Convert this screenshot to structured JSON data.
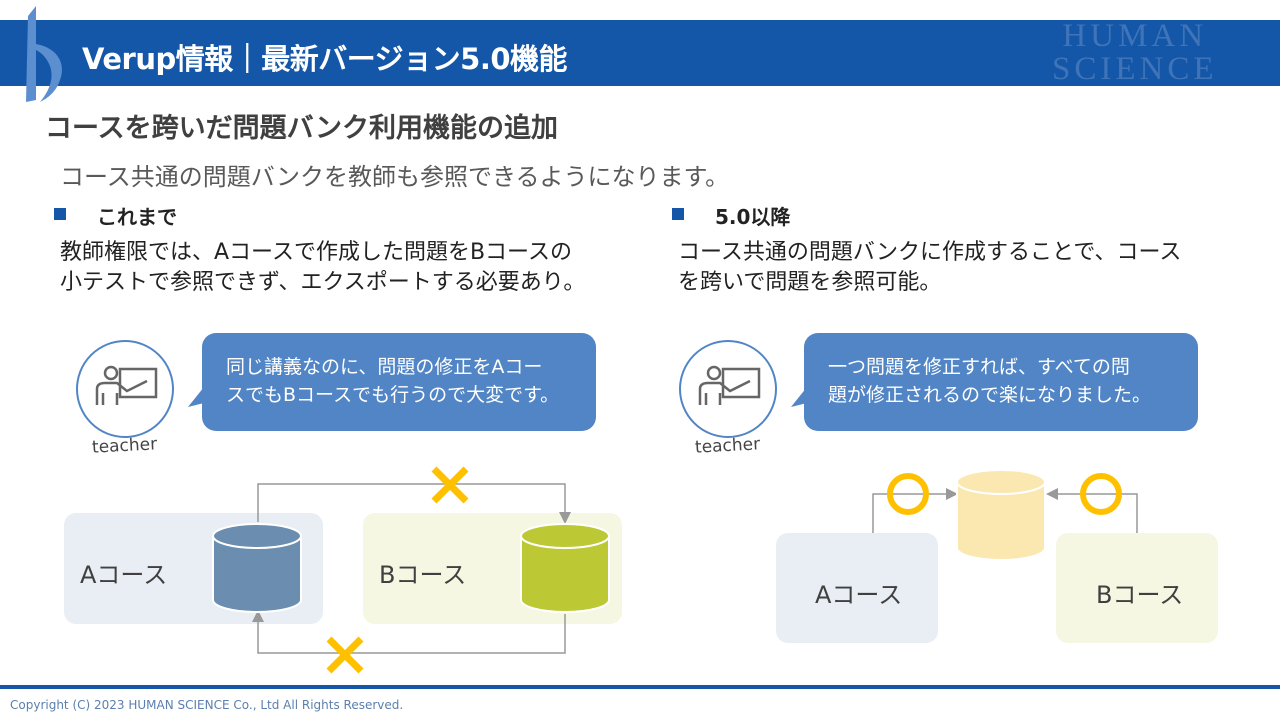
{
  "header": {
    "title": "Verup情報｜最新バージョン5.0機能",
    "brand_line1": "HUMAN",
    "brand_line2": "SCIENCE"
  },
  "heading": "コースを跨いだ問題バンク利用機能の追加",
  "subtitle": "コース共通の問題バンクを教師も参照できるようになります。",
  "before": {
    "label": "これまで",
    "lines": [
      "教師権限では、Aコースで作成した問題をBコースの",
      "小テストで参照できず、エクスポートする必要あり。"
    ],
    "speech_lines": [
      "同じ講義なのに、問題の修正をAコー",
      "スでもBコースでも行うので大変です。"
    ],
    "teacher_label": "teacher",
    "course_a": "Aコース",
    "course_b": "Bコース"
  },
  "after": {
    "label": "5.0以降",
    "lines": [
      "コース共通の問題バンクに作成することで、コース",
      "を跨いで問題を参照可能。"
    ],
    "speech_lines": [
      "一つ問題を修正すれば、すべての問",
      "題が修正されるので楽になりました。"
    ],
    "teacher_label": "teacher",
    "course_a": "Aコース",
    "course_b": "Bコース"
  },
  "footer": {
    "copyright": "Copyright (C) 2023 HUMAN SCIENCE Co., Ltd All Rights Reserved."
  },
  "colors": {
    "brand_blue": "#1457a8",
    "bubble_blue": "#5185c5",
    "mark_yellow": "#ffc000",
    "db_blue": "#6a8db0",
    "db_green": "#bcc935",
    "db_yellow": "#fbe7b0"
  }
}
